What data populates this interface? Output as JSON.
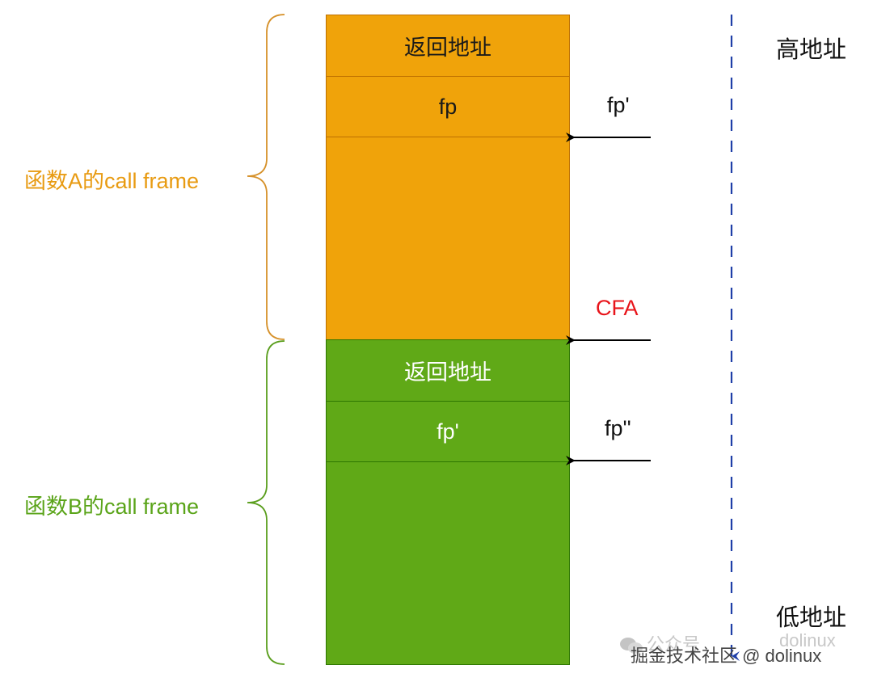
{
  "frame_a": {
    "label": "函数A的call frame",
    "color": "#f0a30a",
    "label_color": "#e89b12",
    "cells": [
      "返回地址",
      "fp",
      ""
    ]
  },
  "frame_b": {
    "label": "函数B的call frame",
    "color": "#60a917",
    "label_color": "#5aa419",
    "cells": [
      "返回地址",
      "fp'",
      ""
    ]
  },
  "pointers": {
    "fp_prime": "fp'",
    "cfa": "CFA",
    "fp_double_prime": "fp''"
  },
  "address_axis": {
    "high": "高地址",
    "low": "低地址",
    "color": "#1f3fa8"
  },
  "watermark": {
    "platform": "公众号",
    "account": "dolinux",
    "site": "掘金技术社区 @ dolinux"
  }
}
